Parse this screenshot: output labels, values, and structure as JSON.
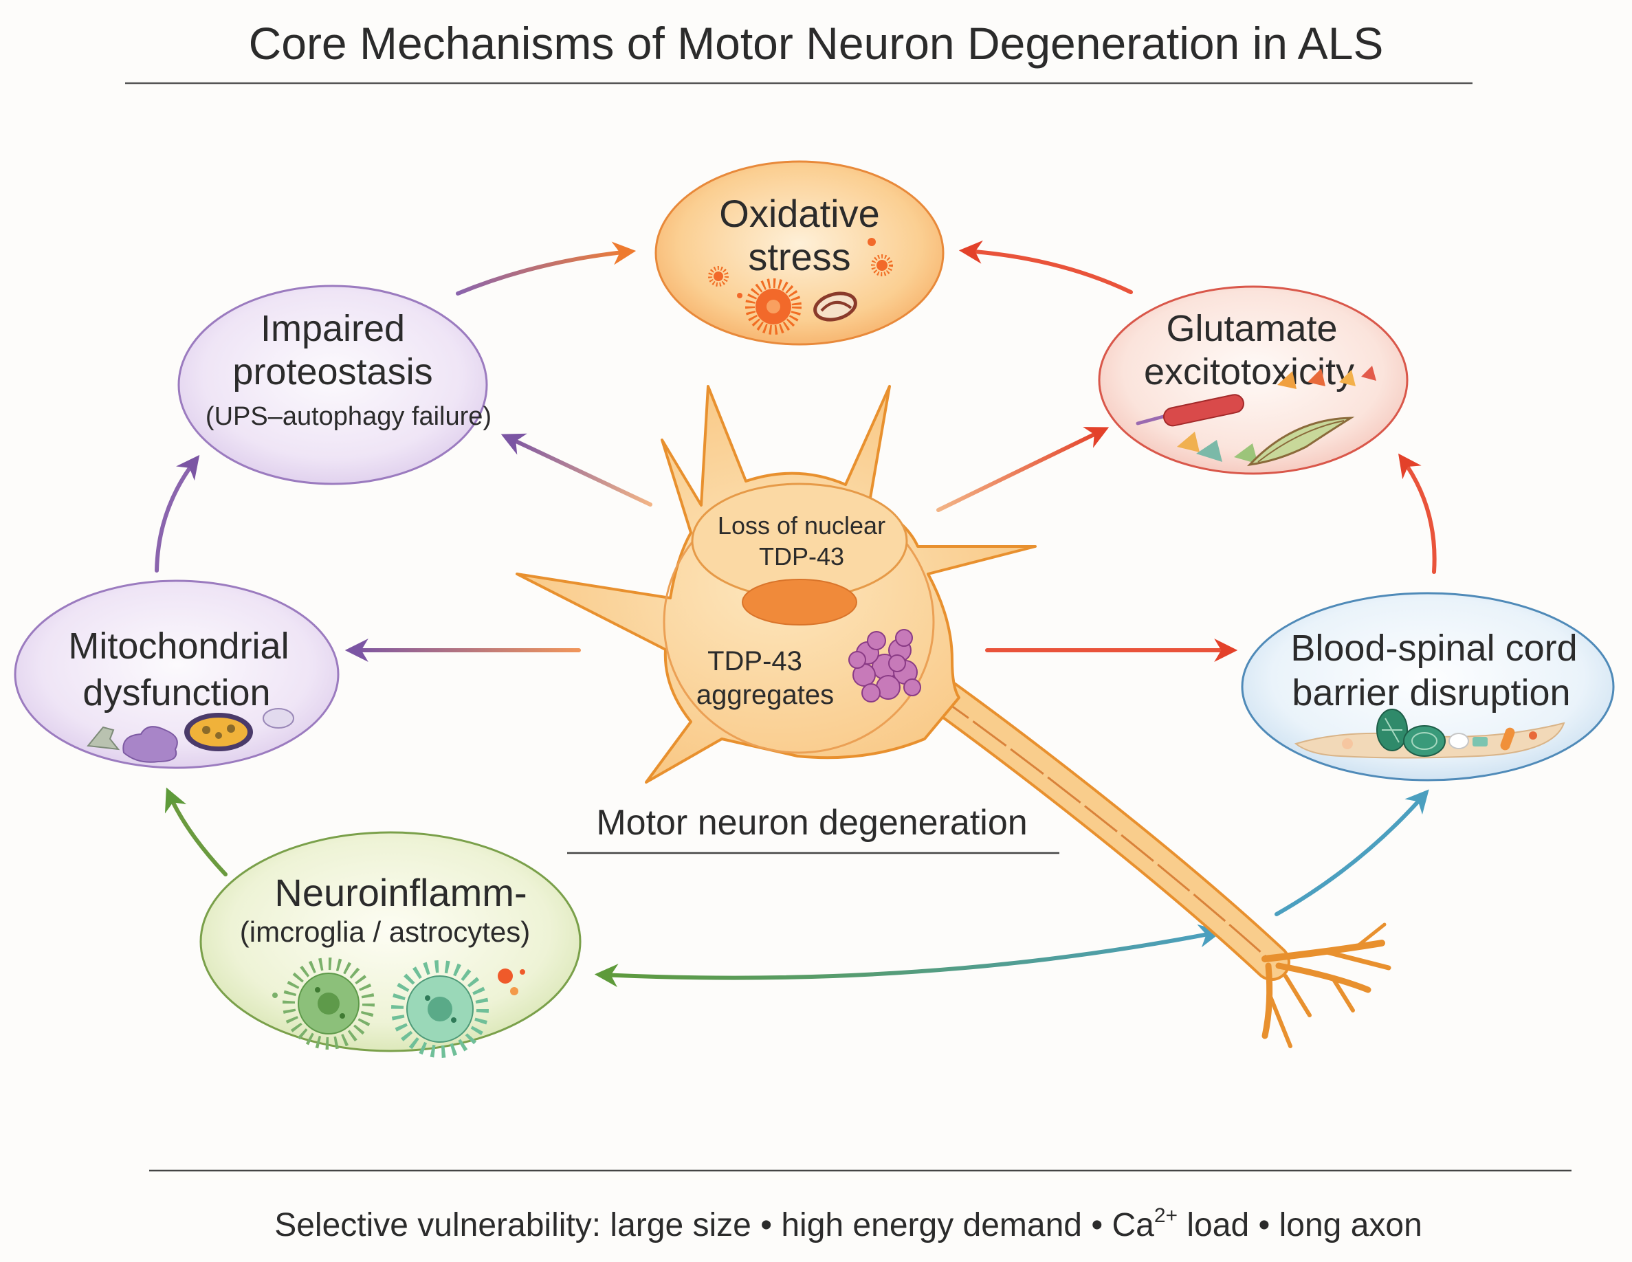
{
  "title": "Core Mechanisms of Motor Neuron Degeneration in ALS",
  "center": {
    "nucleus_line1": "Loss of nuclear",
    "nucleus_line2": "TDP-43",
    "aggregates_line1": "TDP-43",
    "aggregates_line2": "aggregates",
    "caption": "Motor neuron degeneration"
  },
  "mechanisms": {
    "oxidative": {
      "line1": "Oxidative",
      "line2": "stress"
    },
    "proteostasis": {
      "line1": "Impaired",
      "line2": "proteostasis",
      "line3": "(UPS–autophagy failure)"
    },
    "glutamate": {
      "line1": "Glutamate",
      "line2": "excitotoxicity"
    },
    "mitochondrial": {
      "line1": "Mitochondrial",
      "line2": "dysfunction"
    },
    "bscb": {
      "line1": "Blood-spinal cord",
      "line2": "barrier disruption"
    },
    "neuroinflammation": {
      "line1": "Neuroinflamm-",
      "line2": "(imcroglia / astrocytes)"
    }
  },
  "footer": {
    "prefix": "Selective vulnerability: large size • high energy demand • Ca",
    "superscript": "2+",
    "suffix": " load • long axon"
  },
  "colors": {
    "oxidative": "#e8893a",
    "proteostasis": "#9b7bbf",
    "glutamate": "#d9574a",
    "mitochondrial": "#9b7bbf",
    "bscb": "#4f8ab8",
    "neuroinflammation": "#7aa04a",
    "neuron": "#e8902e"
  }
}
